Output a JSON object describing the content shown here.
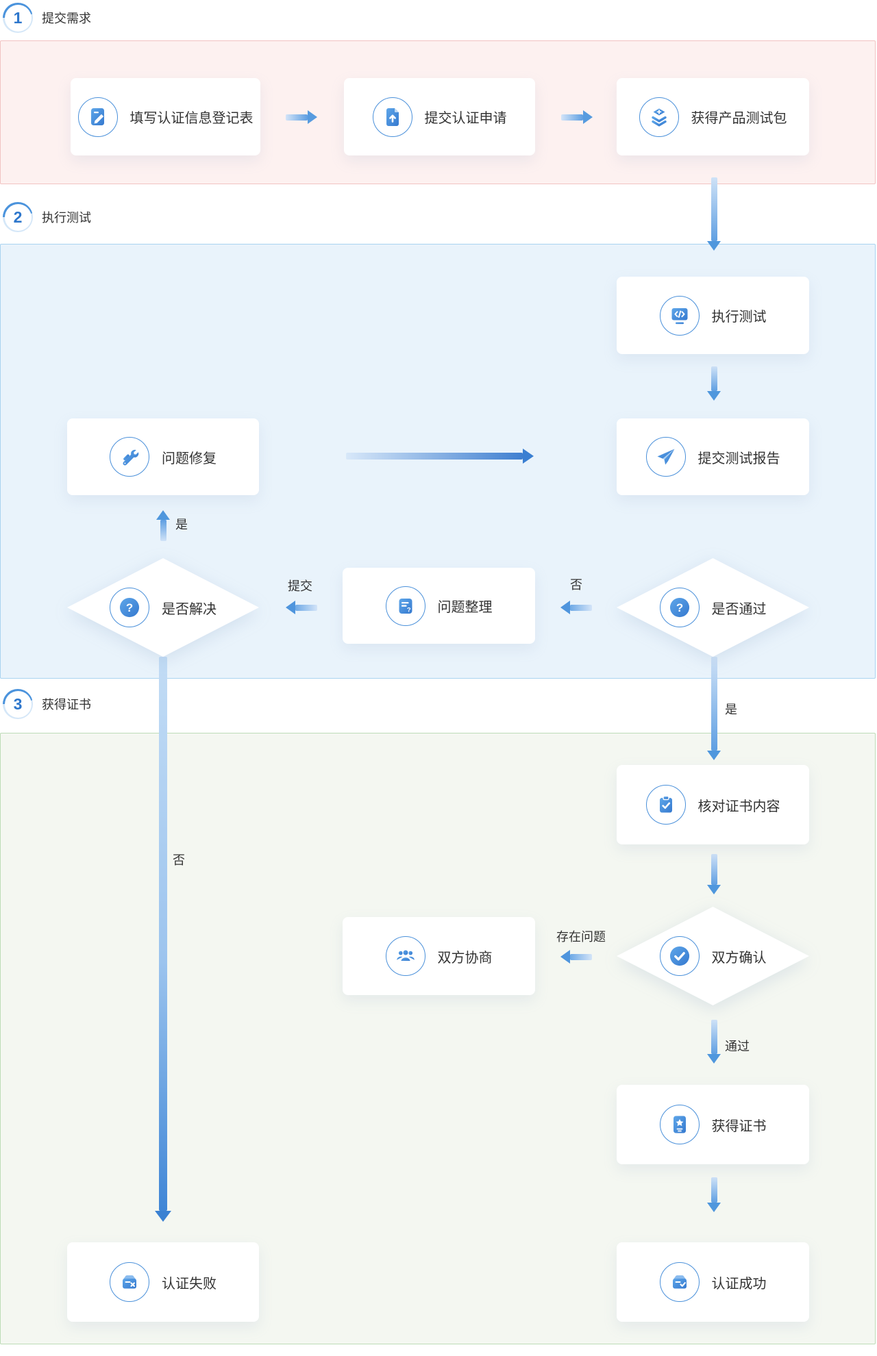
{
  "steps": [
    {
      "number": "1",
      "title": "提交需求"
    },
    {
      "number": "2",
      "title": "执行测试"
    },
    {
      "number": "3",
      "title": "获得证书"
    }
  ],
  "nodes": {
    "fill_form": {
      "label": "填写认证信息登记表",
      "icon": "form-pen-icon"
    },
    "submit_apply": {
      "label": "提交认证申请",
      "icon": "file-upload-icon"
    },
    "get_package": {
      "label": "获得产品测试包",
      "icon": "layers-plus-icon"
    },
    "exec_test": {
      "label": "执行测试",
      "icon": "code-screen-icon"
    },
    "submit_report": {
      "label": "提交测试报告",
      "icon": "paper-plane-icon"
    },
    "fix_issue": {
      "label": "问题修复",
      "icon": "tools-icon"
    },
    "resolve": {
      "label": "是否解决",
      "icon": "question-circle-icon"
    },
    "organize": {
      "label": "问题整理",
      "icon": "doc-question-icon"
    },
    "pass": {
      "label": "是否通过",
      "icon": "question-circle-icon"
    },
    "verify_cert": {
      "label": "核对证书内容",
      "icon": "clipboard-check-icon"
    },
    "confirm": {
      "label": "双方确认",
      "icon": "check-circle-icon"
    },
    "negotiate": {
      "label": "双方协商",
      "icon": "people-group-icon"
    },
    "get_cert": {
      "label": "获得证书",
      "icon": "certificate-icon"
    },
    "success": {
      "label": "认证成功",
      "icon": "doc-check-icon"
    },
    "fail": {
      "label": "认证失败",
      "icon": "doc-x-icon"
    }
  },
  "edge_labels": {
    "resolve_to_fix": "是",
    "organize_to_resolve": "提交",
    "pass_to_organize": "否",
    "pass_to_verify": "是",
    "resolve_to_fail": "否",
    "confirm_to_negotiate": "存在问题",
    "confirm_to_cert": "通过"
  },
  "colors": {
    "accent_blue": "#3b82d6",
    "section1_bg": "#fdf1f0",
    "section1_border": "#f2c3c2",
    "section2_bg": "#e9f3fb",
    "section2_border": "#a9d3f0",
    "section3_bg": "#f4f7f1",
    "section3_border": "#bddcb7"
  }
}
